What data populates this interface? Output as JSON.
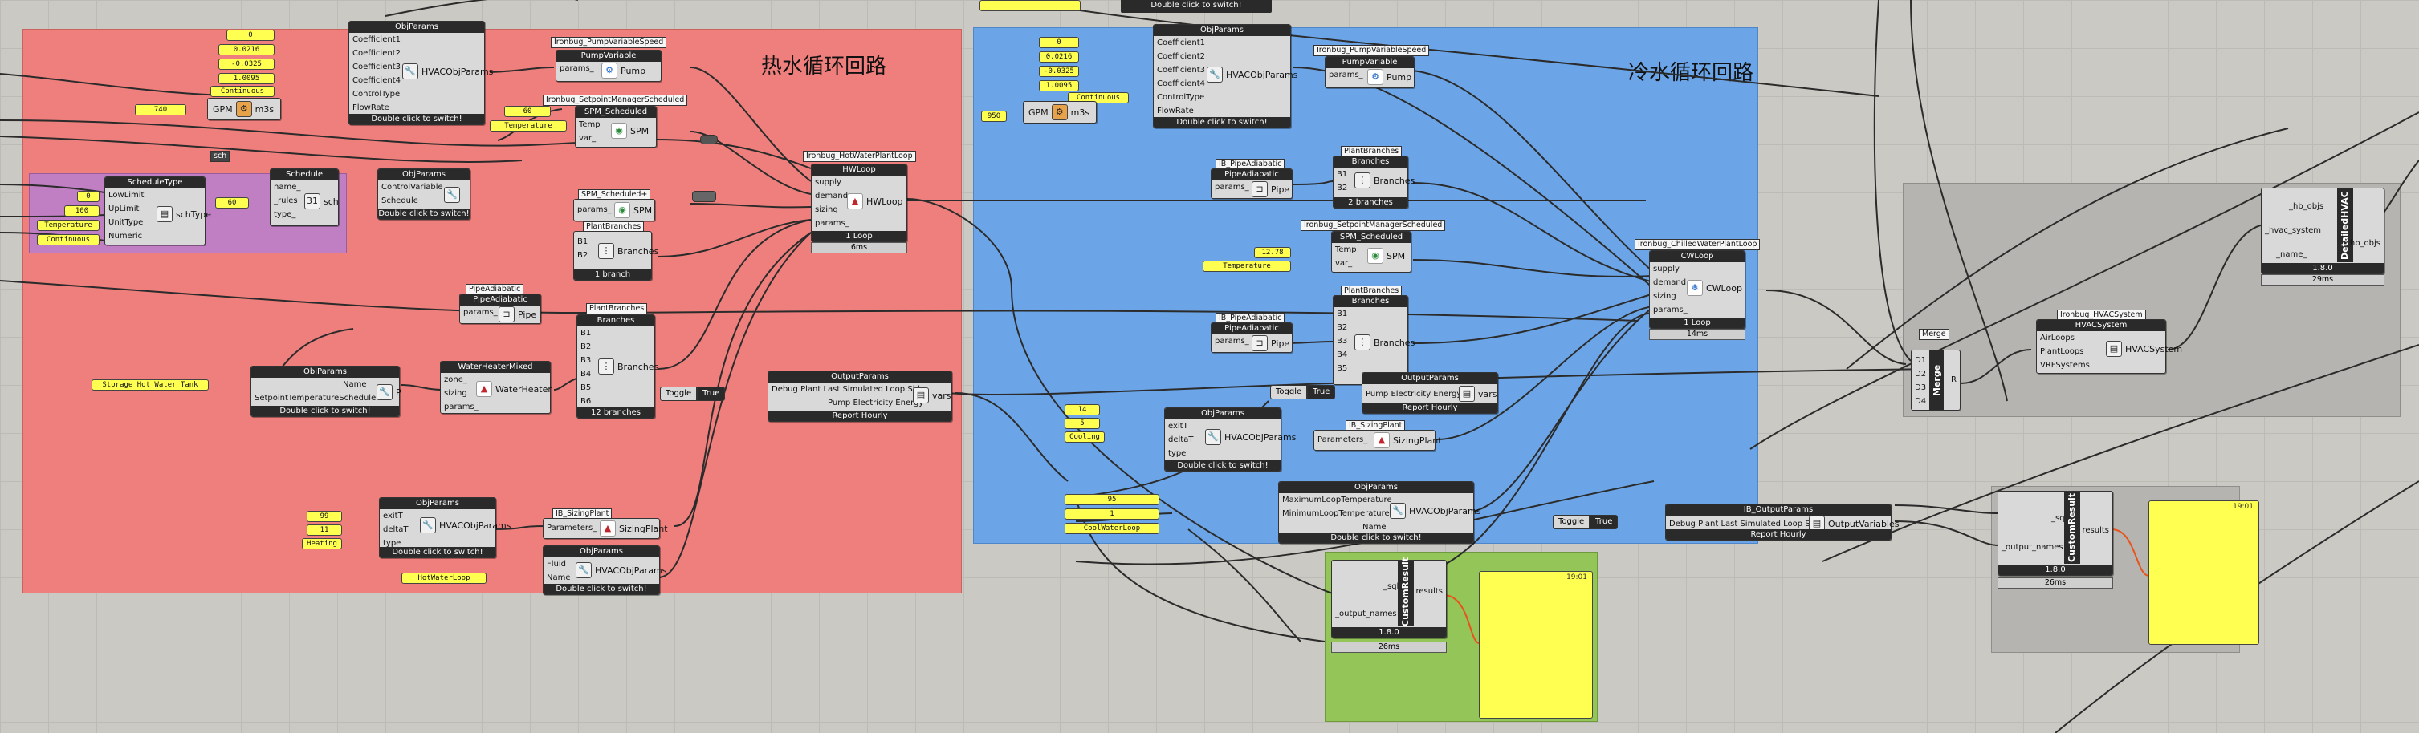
{
  "colors": {
    "hot_group": "#ee7f7c",
    "cold_group": "#6ba5e7",
    "schedule_group": "#c07ec3",
    "green_group": "#93c559",
    "gray_group": "#b5b4b0",
    "wire": "#2b2b2b",
    "accent_wire": "#e8531c",
    "panel": "#ffff52"
  },
  "groups": {
    "hot_title": "热水循环回路",
    "cold_title": "冷水循环回路"
  },
  "hot": {
    "pump_params": {
      "name": "ObjParams",
      "inputs": [
        "Coefficient1",
        "Coefficient2",
        "Coefficient3",
        "Coefficient4",
        "ControlType",
        "FlowRate"
      ],
      "label": "HVACObjParams",
      "foot": "Double click to switch!",
      "values": [
        "0",
        "0.0216",
        "-0.0325",
        "1.0095"
      ],
      "control": "Continuous",
      "flow": "740"
    },
    "gpm": {
      "left": "GPM",
      "right": "m3s",
      "icon": "gpm-converter-icon"
    },
    "pump": {
      "tag": "Ironbug_PumpVariableSpeed",
      "name": "PumpVariable",
      "inputs": [
        "params_"
      ],
      "label": "Pump"
    },
    "spm": {
      "tag": "Ironbug_SetpointManagerScheduled",
      "name": "SPM_Scheduled",
      "inputs": [
        "Temp",
        "var_"
      ],
      "label": "SPM",
      "temp_value": "60",
      "temp_name": "Temperature"
    },
    "sch_marker": "sch",
    "schedule_type": {
      "name": "ScheduleType",
      "inputs": [
        "LowLimit",
        "UpLimit",
        "UnitType",
        "Numeric"
      ],
      "label": "schType",
      "values": [
        "0",
        "100"
      ],
      "unit": "Temperature",
      "numeric": "Continuous"
    },
    "schedule": {
      "name": "Schedule",
      "inputs": [
        "name_",
        "_rules",
        "type_"
      ],
      "label": "sch",
      "value": "60"
    },
    "sch_objparams": {
      "name": "ObjParams",
      "inputs": [
        "ControlVariable",
        "Schedule"
      ],
      "foot": "Double click to switch!"
    },
    "spm2": {
      "tag": "SPM_Scheduled+",
      "inputs": [
        "params_"
      ],
      "label": "SPM"
    },
    "branches_small": {
      "tag": "PlantBranches",
      "name": "PlantBranches",
      "inputs": [
        "B1",
        "B2"
      ],
      "label": "Branches",
      "foot": "1 branch"
    },
    "hwloop": {
      "tag": "Ironbug_HotWaterPlantLoop",
      "name": "HWLoop",
      "inputs": [
        "supply",
        "demand",
        "sizing",
        "params_"
      ],
      "label": "HWLoop",
      "foot": "1 Loop",
      "status": "6ms"
    },
    "pipe": {
      "tag": "PipeAdiabatic",
      "name": "PipeAdiabatic",
      "inputs": [
        "params_"
      ],
      "label": "Pipe"
    },
    "branches_big": {
      "tag": "PlantBranches",
      "name": "Branches",
      "inputs": [
        "B1",
        "B2",
        "B3",
        "B4",
        "B5",
        "B6"
      ],
      "label": "Branches",
      "foot": "12 branches"
    },
    "storage_panel": "Storage Hot Water Tank",
    "sched_objparams": {
      "name": "ObjParams",
      "inputs": [
        "Name",
        "SetpointTemperatureSchedule"
      ],
      "label": "P",
      "foot": "Double click to switch!"
    },
    "water_heater": {
      "name": "WaterHeaterMixed",
      "inputs": [
        "zone_",
        "sizing",
        "params_"
      ],
      "label": "WaterHeater"
    },
    "toggle": {
      "label": "Toggle",
      "value": "True"
    },
    "output": {
      "name": "OutputParams",
      "inputs": [
        "Debug Plant Last Simulated Loop Side",
        "Pump Electricity Energy"
      ],
      "label": "vars",
      "foot": "Report Hourly"
    },
    "sizing_params": {
      "name": "ObjParams",
      "inputs": [
        "exitT",
        "deltaT",
        "type"
      ],
      "label": "HVACObjParams",
      "foot": "Double click to switch!",
      "values": [
        "99",
        "11",
        "Heating"
      ]
    },
    "sizing_plant": {
      "tag": "IB_SizingPlant",
      "inputs": [
        "Parameters_"
      ],
      "label": "SizingPlant"
    },
    "loop_params": {
      "name": "ObjParams",
      "inputs": [
        "Fluid",
        "Name"
      ],
      "label": "HVACObjParams",
      "foot": "Double click to switch!",
      "value": "HotWaterLoop"
    }
  },
  "cold": {
    "pump_params": {
      "name": "ObjParams",
      "inputs": [
        "Coefficient1",
        "Coefficient2",
        "Coefficient3",
        "Coefficient4",
        "ControlType",
        "FlowRate"
      ],
      "label": "HVACObjParams",
      "foot": "Double click to switch!",
      "values": [
        "0",
        "0.0216",
        "-0.0325",
        "1.0095"
      ],
      "control": "Continuous",
      "flow": "950"
    },
    "gpm": {
      "left": "GPM",
      "right": "m3s"
    },
    "pump": {
      "tag": "Ironbug_PumpVariableSpeed",
      "name": "PumpVariable",
      "inputs": [
        "params_"
      ],
      "label": "Pump"
    },
    "pipe1": {
      "tag": "IB_PipeAdiabatic",
      "name": "PipeAdiabatic",
      "inputs": [
        "params_"
      ],
      "label": "Pipe"
    },
    "branches1": {
      "tag": "PlantBranches",
      "name": "Branches",
      "inputs": [
        "B1",
        "B2"
      ],
      "label": "Branches",
      "foot": "2 branches"
    },
    "spm": {
      "tag": "Ironbug_SetpointManagerScheduled",
      "name": "SPM_Scheduled",
      "inputs": [
        "Temp",
        "var_"
      ],
      "label": "SPM",
      "temp_value": "12.78",
      "temp_name": "Temperature"
    },
    "branches2": {
      "tag": "PlantBranches",
      "name": "Branches",
      "inputs": [
        "B1",
        "B2",
        "B3",
        "B4",
        "B5"
      ],
      "label": "Branches"
    },
    "pipe2": {
      "tag": "IB_PipeAdiabatic",
      "name": "PipeAdiabatic",
      "inputs": [
        "params_"
      ],
      "label": "Pipe"
    },
    "cwloop": {
      "tag": "Ironbug_ChilledWaterPlantLoop",
      "name": "CWLoop",
      "inputs": [
        "supply",
        "demand",
        "sizing",
        "params_"
      ],
      "label": "CWLoop",
      "foot": "1 Loop",
      "status": "14ms"
    },
    "toggle": {
      "label": "Toggle",
      "value": "True"
    },
    "output": {
      "name": "OutputParams",
      "inputs": [
        "Pump Electricity Energy"
      ],
      "label": "vars",
      "foot": "Report Hourly"
    },
    "sizing_params": {
      "name": "ObjParams",
      "inputs": [
        "exitT",
        "deltaT",
        "type"
      ],
      "label": "HVACObjParams",
      "foot": "Double click to switch!",
      "values": [
        "14",
        "5",
        "Cooling"
      ]
    },
    "sizing_plant": {
      "tag": "IB_SizingPlant",
      "inputs": [
        "Parameters_"
      ],
      "label": "SizingPlant"
    },
    "loop_params": {
      "name": "ObjParams",
      "inputs": [
        "MaximumLoopTemperature",
        "MinimumLoopTemperature",
        "Name"
      ],
      "label": "HVACObjParams",
      "foot": "Double click to switch!",
      "values": [
        "95",
        "1",
        "CoolWaterLoop"
      ]
    }
  },
  "outputs": {
    "toggle": {
      "label": "Toggle",
      "value": "True"
    },
    "output": {
      "tag": "IB_OutputParams",
      "inputs": [
        "Debug Plant Last Simulated Loop Side"
      ],
      "label": "OutputVariables",
      "foot": "Report Hourly"
    },
    "merge": {
      "tag": "Merge",
      "inputs": [
        "D1",
        "D2",
        "D3",
        "D4"
      ],
      "label": "Merge",
      "out": "R"
    },
    "hvac_system": {
      "tag": "Ironbug_HVACSystem",
      "name": "HVACSystem",
      "inputs": [
        "AirLoops",
        "PlantLoops",
        "VRFSystems"
      ],
      "label": "HVACSystem"
    },
    "detailed": {
      "inputs": [
        "_hb_objs",
        "_hvac_system",
        "_name_"
      ],
      "label": "DetailedHVAC",
      "outputs": [
        "hb_objs"
      ],
      "version": "1.8.0",
      "status": "29ms"
    },
    "custom1": {
      "inputs": [
        "_sql",
        "_output_names"
      ],
      "label": "CustomResult",
      "outputs": [
        "results"
      ],
      "version": "1.8.0",
      "status": "26ms",
      "panel_header": "19:01"
    },
    "custom2": {
      "inputs": [
        "_sql",
        "_output_names"
      ],
      "label": "CustomResult",
      "outputs": [
        "results"
      ],
      "version": "1.8.0",
      "status": "26ms",
      "panel_header": "19:01"
    }
  },
  "top": {
    "foot": "Double click to switch!"
  }
}
